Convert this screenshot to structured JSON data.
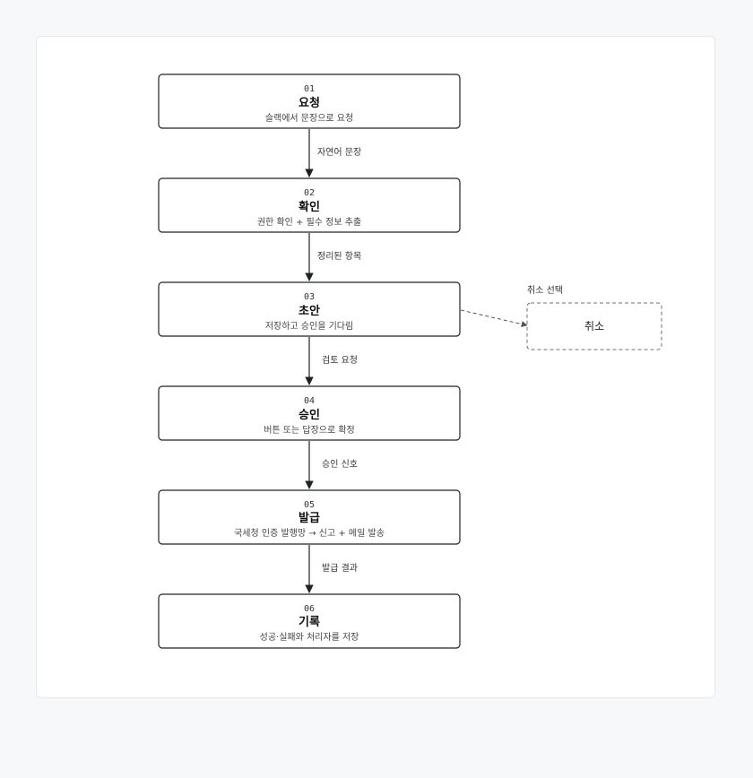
{
  "steps": [
    {
      "num": "01",
      "title": "요청",
      "desc": "슬랙에서 문장으로 요청"
    },
    {
      "num": "02",
      "title": "확인",
      "desc": "권한 확인 + 필수 정보 추출"
    },
    {
      "num": "03",
      "title": "초안",
      "desc": "저장하고 승인을 기다림"
    },
    {
      "num": "04",
      "title": "승인",
      "desc": "버튼 또는 답장으로 확정"
    },
    {
      "num": "05",
      "title": "발급",
      "desc": "국세청 인증 발행망 → 신고 + 메일 발송"
    },
    {
      "num": "06",
      "title": "기록",
      "desc": "성공·실패와 처리자를 저장"
    }
  ],
  "edges": [
    {
      "label": "자연어 문장"
    },
    {
      "label": "정리된 항목"
    },
    {
      "label": "검토 요청"
    },
    {
      "label": "승인 신호"
    },
    {
      "label": "발급 결과"
    }
  ],
  "cancel": {
    "box_label": "취소",
    "edge_label": "취소 선택"
  }
}
